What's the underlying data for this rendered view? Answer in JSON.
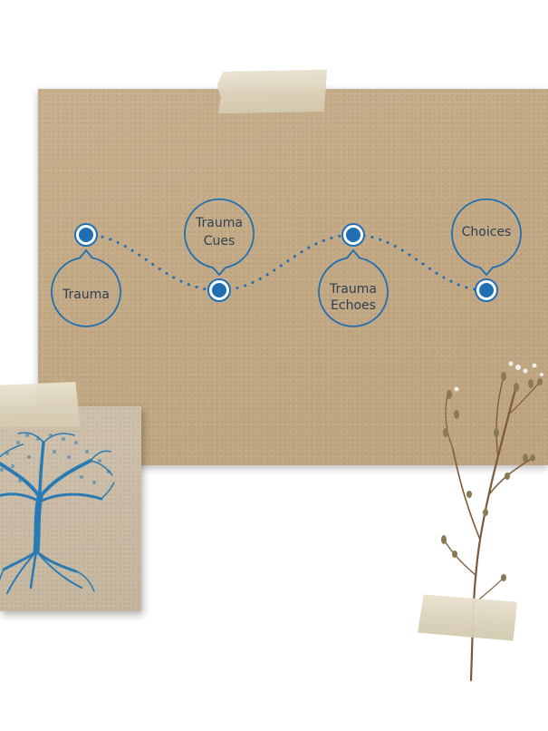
{
  "diagram": {
    "accent_color": "#1f6fb2",
    "connector": "dotted-wave",
    "nodes": [
      {
        "id": "trauma",
        "label_lines": [
          "Trauma"
        ],
        "bubble_position": "below"
      },
      {
        "id": "trauma-cues",
        "label_lines": [
          "Trauma",
          "Cues"
        ],
        "bubble_position": "above"
      },
      {
        "id": "trauma-echoes",
        "label_lines": [
          "Trauma",
          "Echoes"
        ],
        "bubble_position": "below"
      },
      {
        "id": "choices",
        "label_lines": [
          "Choices"
        ],
        "bubble_position": "above"
      }
    ]
  },
  "decorations": {
    "tree_color": "#2a7bb4",
    "icons": [
      "tape-strip",
      "tree-illustration-icon",
      "dried-plant-sprig"
    ]
  }
}
